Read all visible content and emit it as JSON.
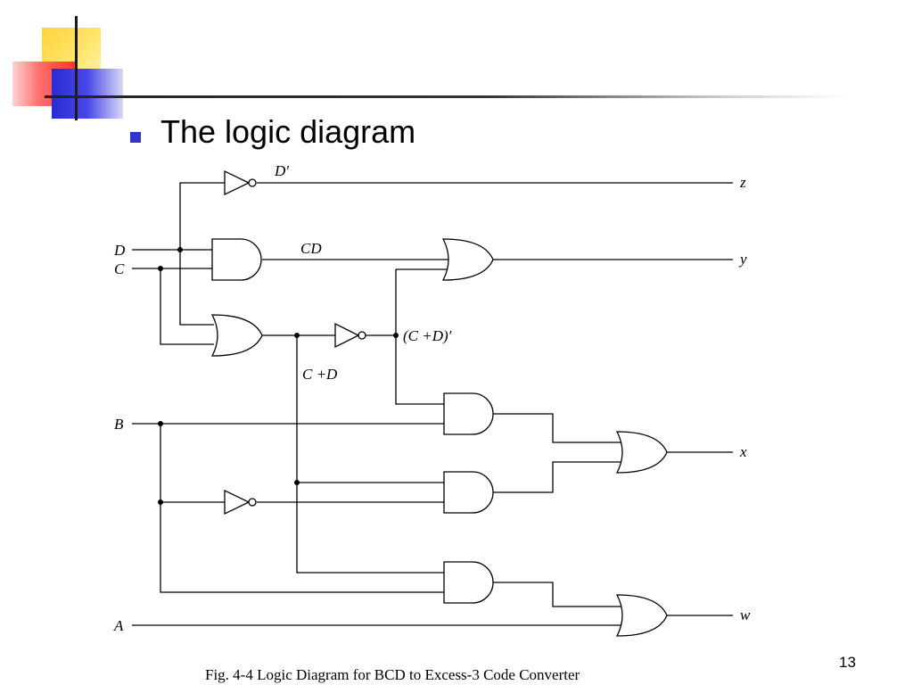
{
  "slide": {
    "bullet_text": "The logic diagram",
    "caption": "Fig. 4-4  Logic Diagram for BCD to Excess-3 Code Converter",
    "page_number": "13",
    "bullet_color": "#3333cc"
  },
  "diagram": {
    "inputs": {
      "d": "D",
      "c": "C",
      "b": "B",
      "a": "A"
    },
    "outputs": {
      "z": "z",
      "y": "y",
      "x": "x",
      "w": "w"
    },
    "signals": {
      "d_not": "D′",
      "cd": "CD",
      "c_plus_d": "C +D",
      "c_plus_d_not": "(C +D)′"
    }
  }
}
